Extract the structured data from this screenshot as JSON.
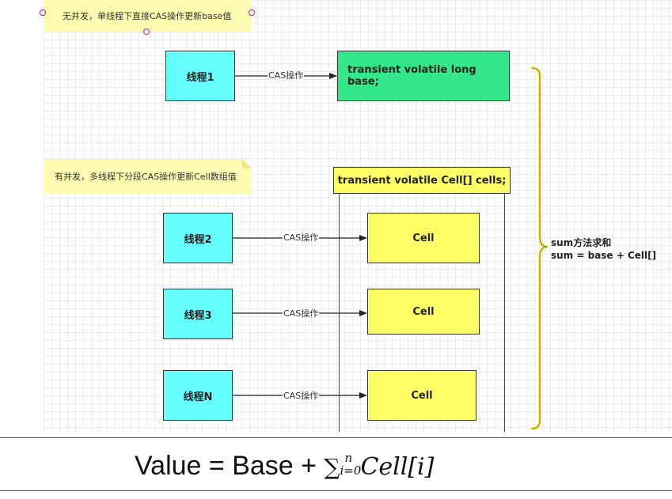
{
  "notes": {
    "no_concurrency": "无并发，单线程下直接CAS操作更新base值",
    "concurrency": "有并发，多线程下分段CAS操作更新Cell数组值"
  },
  "threads": {
    "t1": "线程1",
    "t2": "线程2",
    "t3": "线程3",
    "tn": "线程N"
  },
  "edge_label": "CAS操作",
  "base_box": "transient volatile long base;",
  "cells_header": "transient volatile Cell[] cells;",
  "cell_label": "Cell",
  "sum": {
    "line1": "sum方法求和",
    "line2": "sum = base + Cell[]"
  },
  "formula": {
    "lhs": "Value = Base + ",
    "sigma": "∑",
    "upper": "n",
    "lower": "i=0",
    "term": "Cell[i]"
  },
  "colors": {
    "thread_fill": "#66ffff",
    "base_fill": "#33e88a",
    "cell_fill": "#ffff66",
    "note_fill": "#fffbb0",
    "brace": "#ffee33"
  }
}
